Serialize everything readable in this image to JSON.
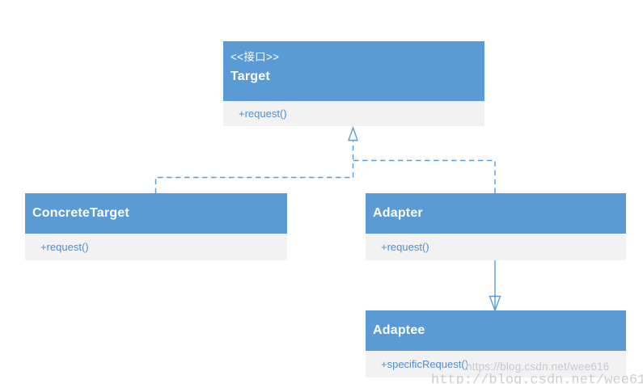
{
  "diagram": {
    "pattern": "Adapter",
    "classes": {
      "target": {
        "stereotype": "<<接口>>",
        "name": "Target",
        "methods": [
          "+request()"
        ]
      },
      "concrete_target": {
        "name": "ConcreteTarget",
        "methods": [
          "+request()"
        ]
      },
      "adapter": {
        "name": "Adapter",
        "methods": [
          "+request()"
        ]
      },
      "adaptee": {
        "name": "Adaptee",
        "methods": [
          "+specificRequest()"
        ]
      }
    },
    "relationships": [
      {
        "type": "realization",
        "from": "ConcreteTarget",
        "to": "Target",
        "line": "dashed",
        "arrowhead": "hollow-triangle"
      },
      {
        "type": "realization",
        "from": "Adapter",
        "to": "Target",
        "line": "dashed",
        "arrowhead": "hollow-triangle"
      },
      {
        "type": "generalization",
        "from": "Adapter",
        "to": "Adaptee",
        "line": "solid",
        "arrowhead": "open-triangle"
      }
    ],
    "colors": {
      "header_blue": "#5b9bd5",
      "body_gray": "#f2f2f2",
      "method_text_blue": "#4d8ed1",
      "connector_blue": "#5b9bd5",
      "title_text": "#ffffff",
      "watermark_gray": "#c6c6c6"
    },
    "watermarks": {
      "line1": "https://blog.csdn.net/wee616",
      "line2": "http://blog.csdn.net/wee61"
    }
  }
}
